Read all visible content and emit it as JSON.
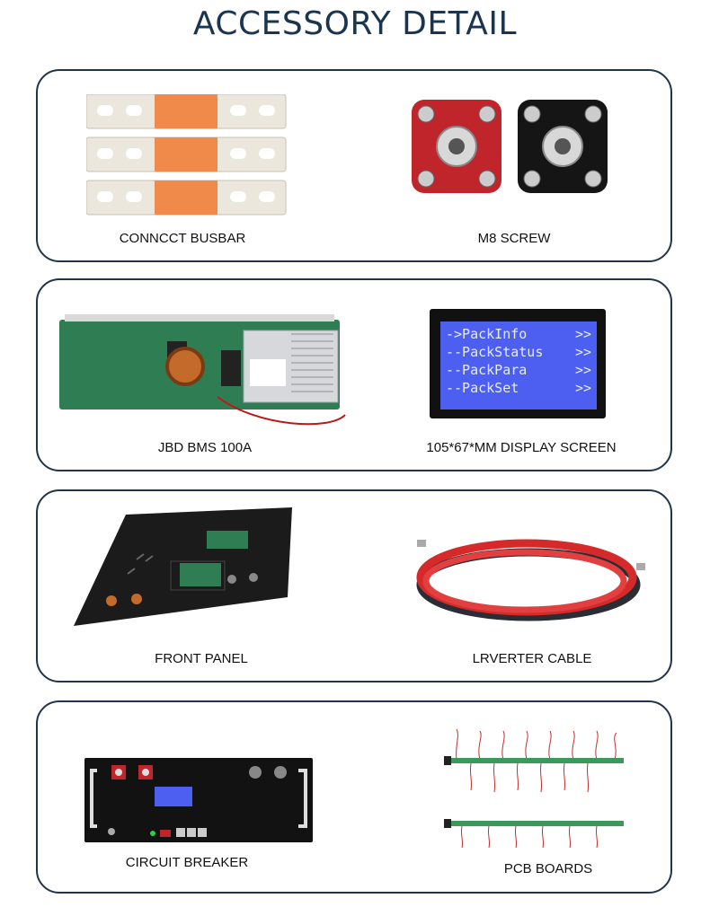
{
  "page": {
    "title": "ACCESSORY DETAIL"
  },
  "sections": [
    {
      "items": [
        {
          "caption": "CONNCCT BUSBAR",
          "image": "busbar"
        },
        {
          "caption": "M8 SCREW",
          "image": "m8-screw"
        }
      ]
    },
    {
      "items": [
        {
          "caption": "JBD BMS 100A",
          "image": "bms-board"
        },
        {
          "caption": "105*67*MM DISPLAY SCREEN",
          "image": "display-screen"
        }
      ]
    },
    {
      "items": [
        {
          "caption": "FRONT PANEL",
          "image": "front-panel"
        },
        {
          "caption": "LRVERTER CABLE",
          "image": "inverter-cable"
        }
      ]
    },
    {
      "items": [
        {
          "caption": "CIRCUIT BREAKER",
          "image": "battery-front"
        },
        {
          "caption": "PCB BOARDS",
          "image": "pcb-boards"
        }
      ]
    }
  ],
  "display": {
    "lines": [
      "->PackInfo",
      "--PackStatus",
      "--PackPara",
      "--PackSet"
    ],
    "arrow": ">>"
  },
  "colors": {
    "accent": "#1b3550",
    "border": "#22344a",
    "copper": "#f08a4b",
    "lcd": "#4d5ff0"
  }
}
